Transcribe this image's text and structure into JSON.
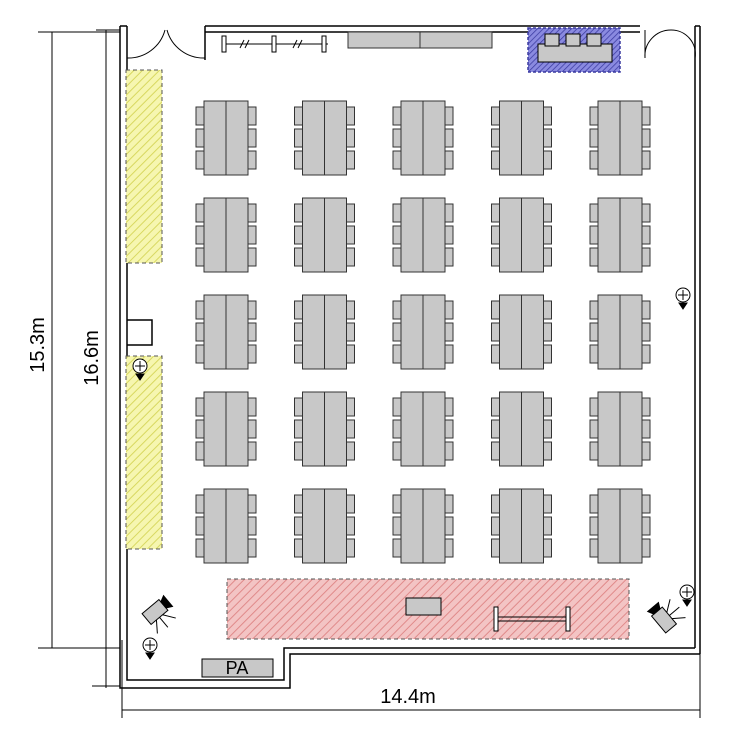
{
  "dimensions": {
    "width_label": "14.4m",
    "outer_height_label": "16.6m",
    "inner_height_label": "15.3m"
  },
  "pa_label": "PA",
  "colors": {
    "wall": "#000000",
    "table_fill": "#c8c8c8",
    "table_stroke": "#333333",
    "yellow_zone": "#f4f4a0",
    "red_zone": "#f0b4b4",
    "blue_box": "#3a3aa0"
  },
  "layout": {
    "table_rows": 5,
    "table_cols": 5,
    "chairs_per_side": 3
  },
  "icons": {
    "camera": "tripod-camera-icon",
    "light": "spotlight-icon",
    "door": "door-swing-icon"
  }
}
